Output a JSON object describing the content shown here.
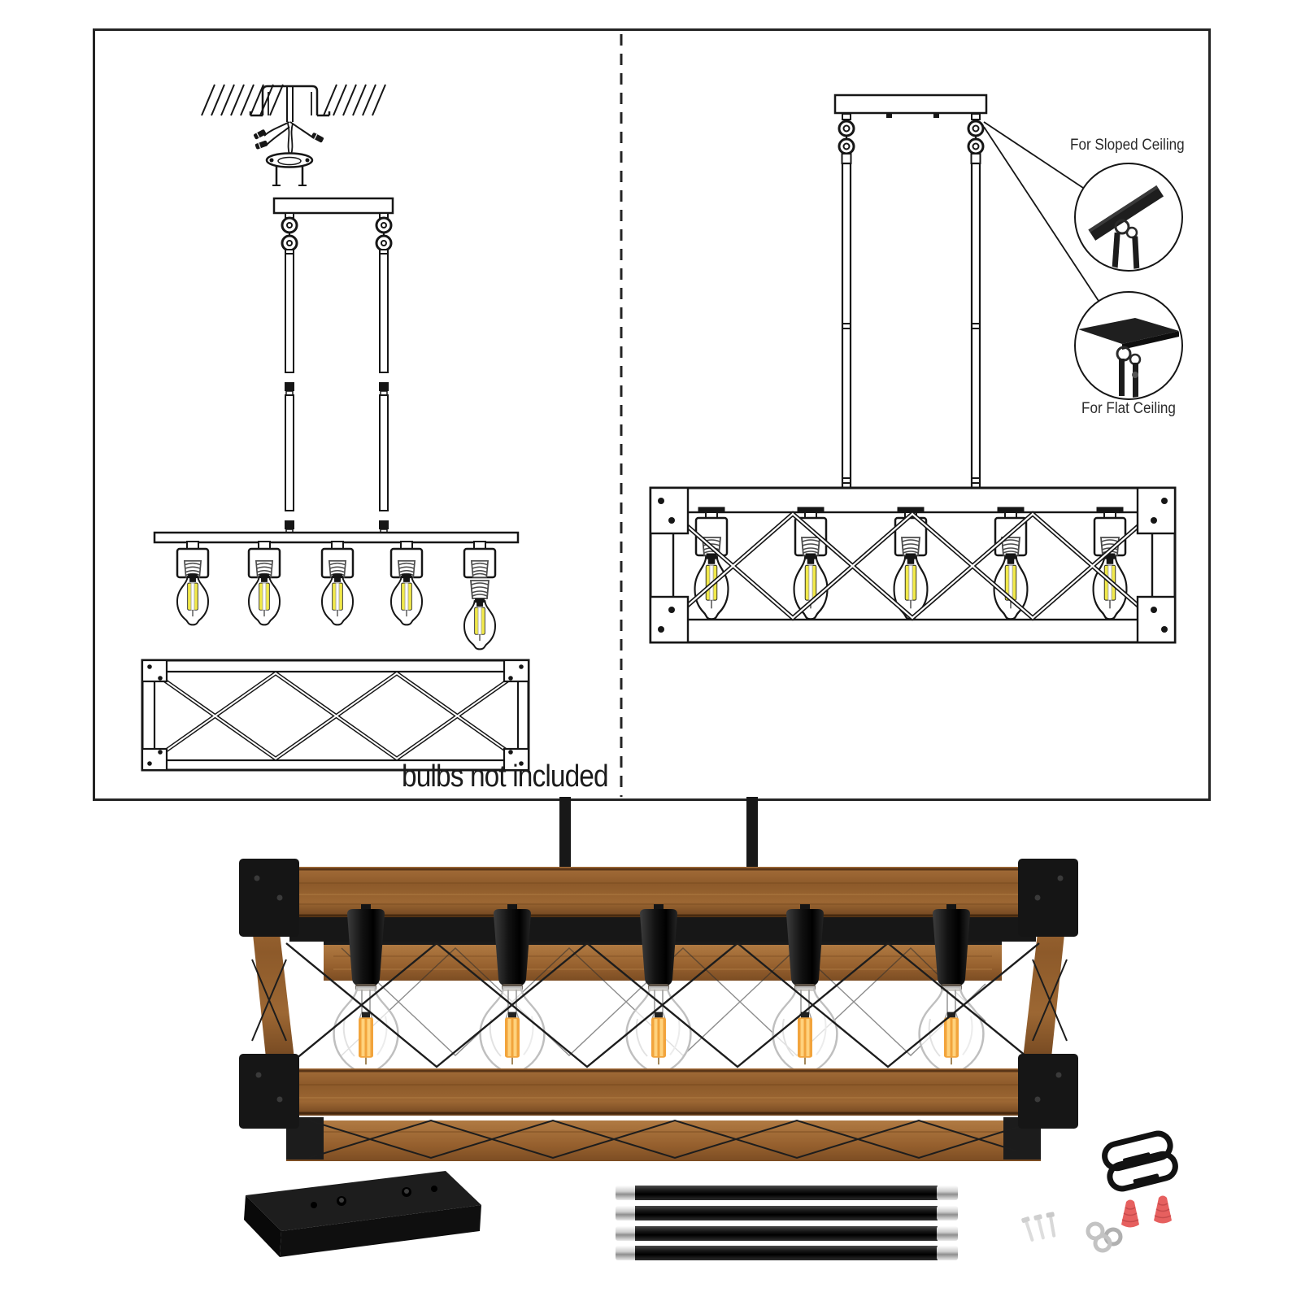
{
  "diagram": {
    "left_panel": {
      "note": "bulbs not included",
      "depicts": "exploded installation drawing: ceiling junction box, canopy with two downrods, 5-light bar with Edison bulbs, open cage frame"
    },
    "right_panel": {
      "depicts": "assembled 5-light linear chandelier line drawing hanging from rectangular canopy",
      "callouts": [
        {
          "label": "For Sloped Ceiling"
        },
        {
          "label": "For Flat Ceiling"
        }
      ]
    }
  },
  "product_photo": {
    "light_count": 5,
    "wood_color": "#96622f",
    "metal_color": "#181818",
    "filament_color": "#f2a43c"
  },
  "hardware_parts": {
    "canopy_plates": 1,
    "downrods": 4,
    "quick_links": 2,
    "wire_nuts": 2,
    "washers": 3,
    "screws": 3
  },
  "colors": {
    "line_art": "#1a1a1a",
    "diagram_filament": "#f1e94a",
    "wire_nut": "#e6605f",
    "chrome_tip": "#d9d9d9"
  }
}
